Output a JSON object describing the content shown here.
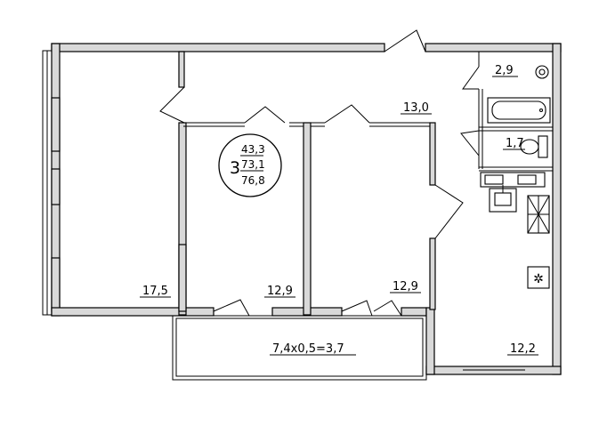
{
  "summary": {
    "rooms": "3",
    "living_area": "43,3",
    "total_area_a": "73,1",
    "total_area_b": "76,8"
  },
  "areas": {
    "room_left": "17,5",
    "room_mid": "12,9",
    "room_right": "12,9",
    "hall": "13,0",
    "bath": "2,9",
    "wc": "1,7",
    "kitchen": "12,2",
    "balcony": "7,4х0,5=3,7"
  }
}
